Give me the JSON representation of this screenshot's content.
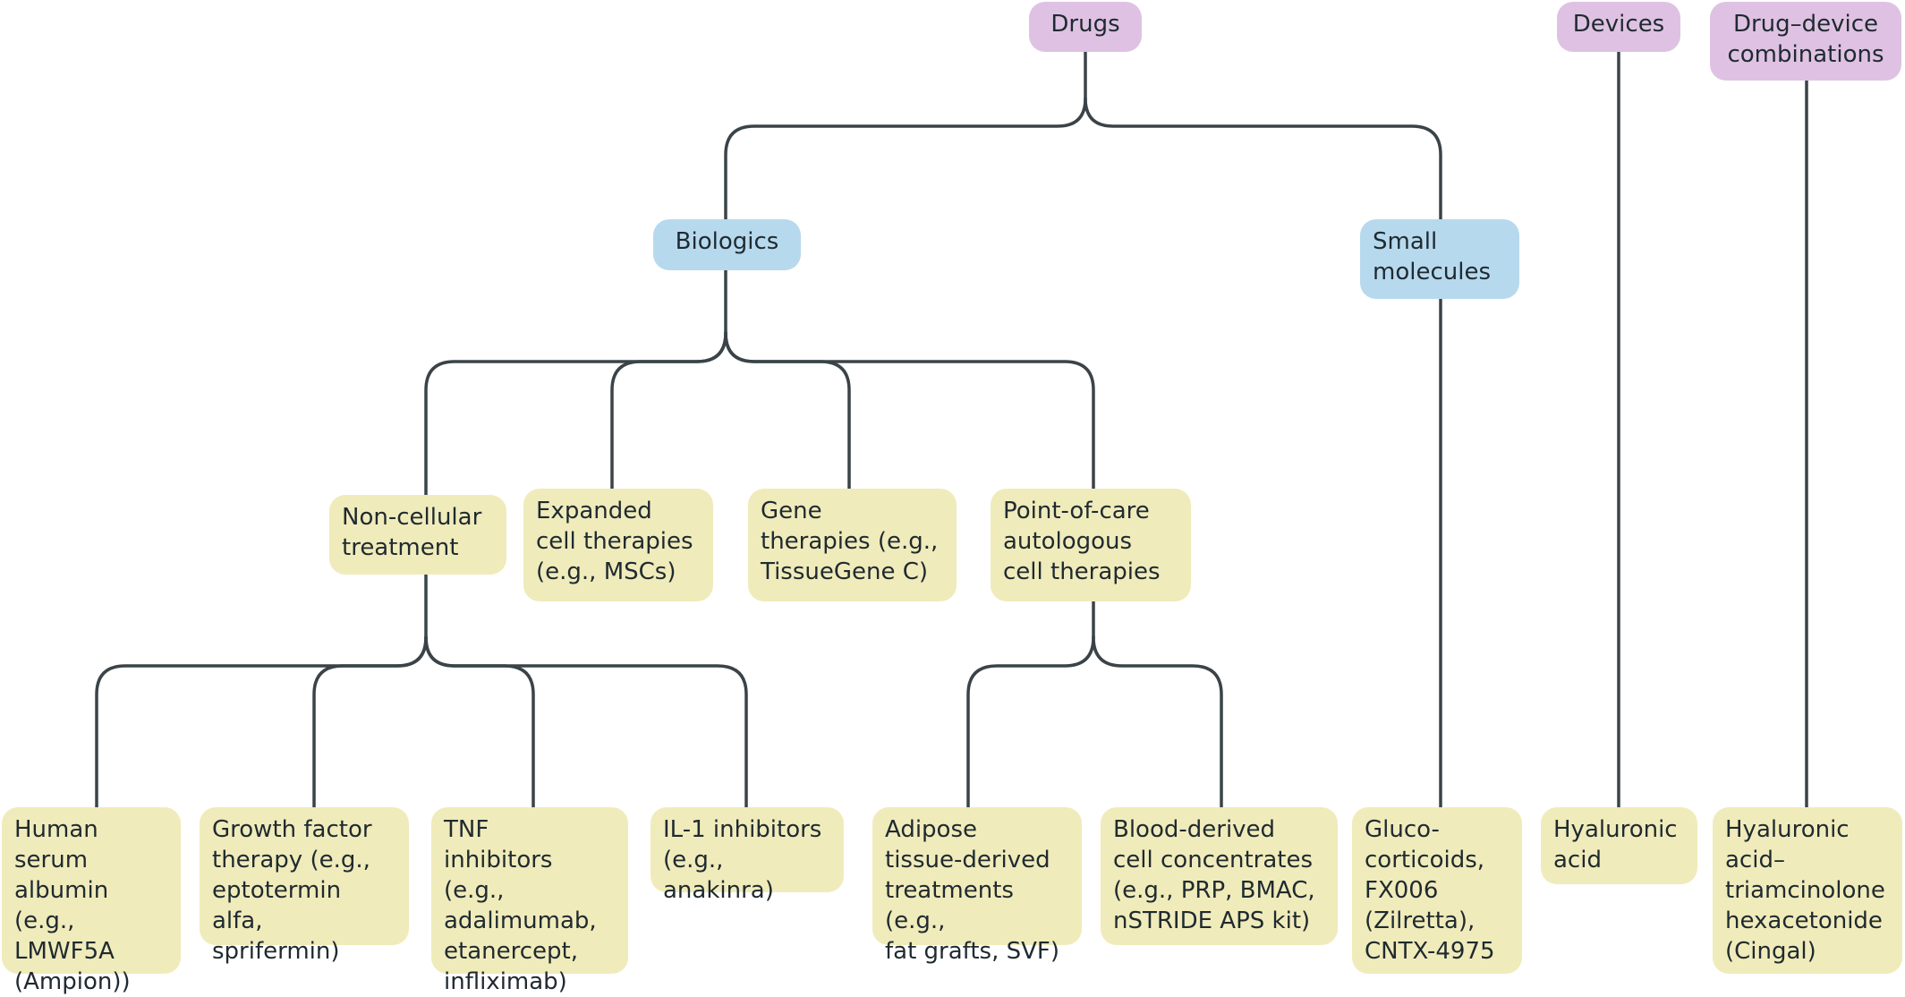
{
  "colors": {
    "top": "#dfc2e3",
    "mid": "#b7d9ee",
    "leaf": "#f0ebba",
    "line": "#3a4348"
  },
  "nodes": {
    "drugs": "Drugs",
    "devices": "Devices",
    "drug_device": "Drug–device\ncombinations",
    "biologics": "Biologics",
    "small_molecules": "Small\nmolecules",
    "non_cellular": "Non-cellular\ntreatment",
    "expanded_cell": "Expanded\ncell therapies\n(e.g., MSCs)",
    "gene": "Gene\ntherapies (e.g.,\nTissueGene C)",
    "point_of_care": "Point-of-care\nautologous\ncell therapies",
    "human_serum": "Human\nserum\nalbumin (e.g.,\nLMWF5A\n(Ampion))",
    "growth_factor": "Growth factor\ntherapy (e.g.,\neptotermin\nalfa, sprifermin)",
    "tnf": "TNF\ninhibitors (e.g.,\nadalimumab,\netanercept,\ninfliximab)",
    "il1": "IL-1 inhibitors\n(e.g., anakinra)",
    "adipose": "Adipose\ntissue-derived\ntreatments (e.g.,\nfat grafts, SVF)",
    "blood": "Blood-derived\ncell concentrates\n(e.g., PRP, BMAC,\nnSTRIDE APS kit)",
    "gluco": "Gluco-\ncorticoids,\nFX006\n(Zilretta),\nCNTX-4975",
    "hyaluronic": "Hyaluronic\nacid",
    "ha_tha": "Hyaluronic\nacid–\ntriamcinolone\nhexacetonide\n(Cingal)"
  }
}
